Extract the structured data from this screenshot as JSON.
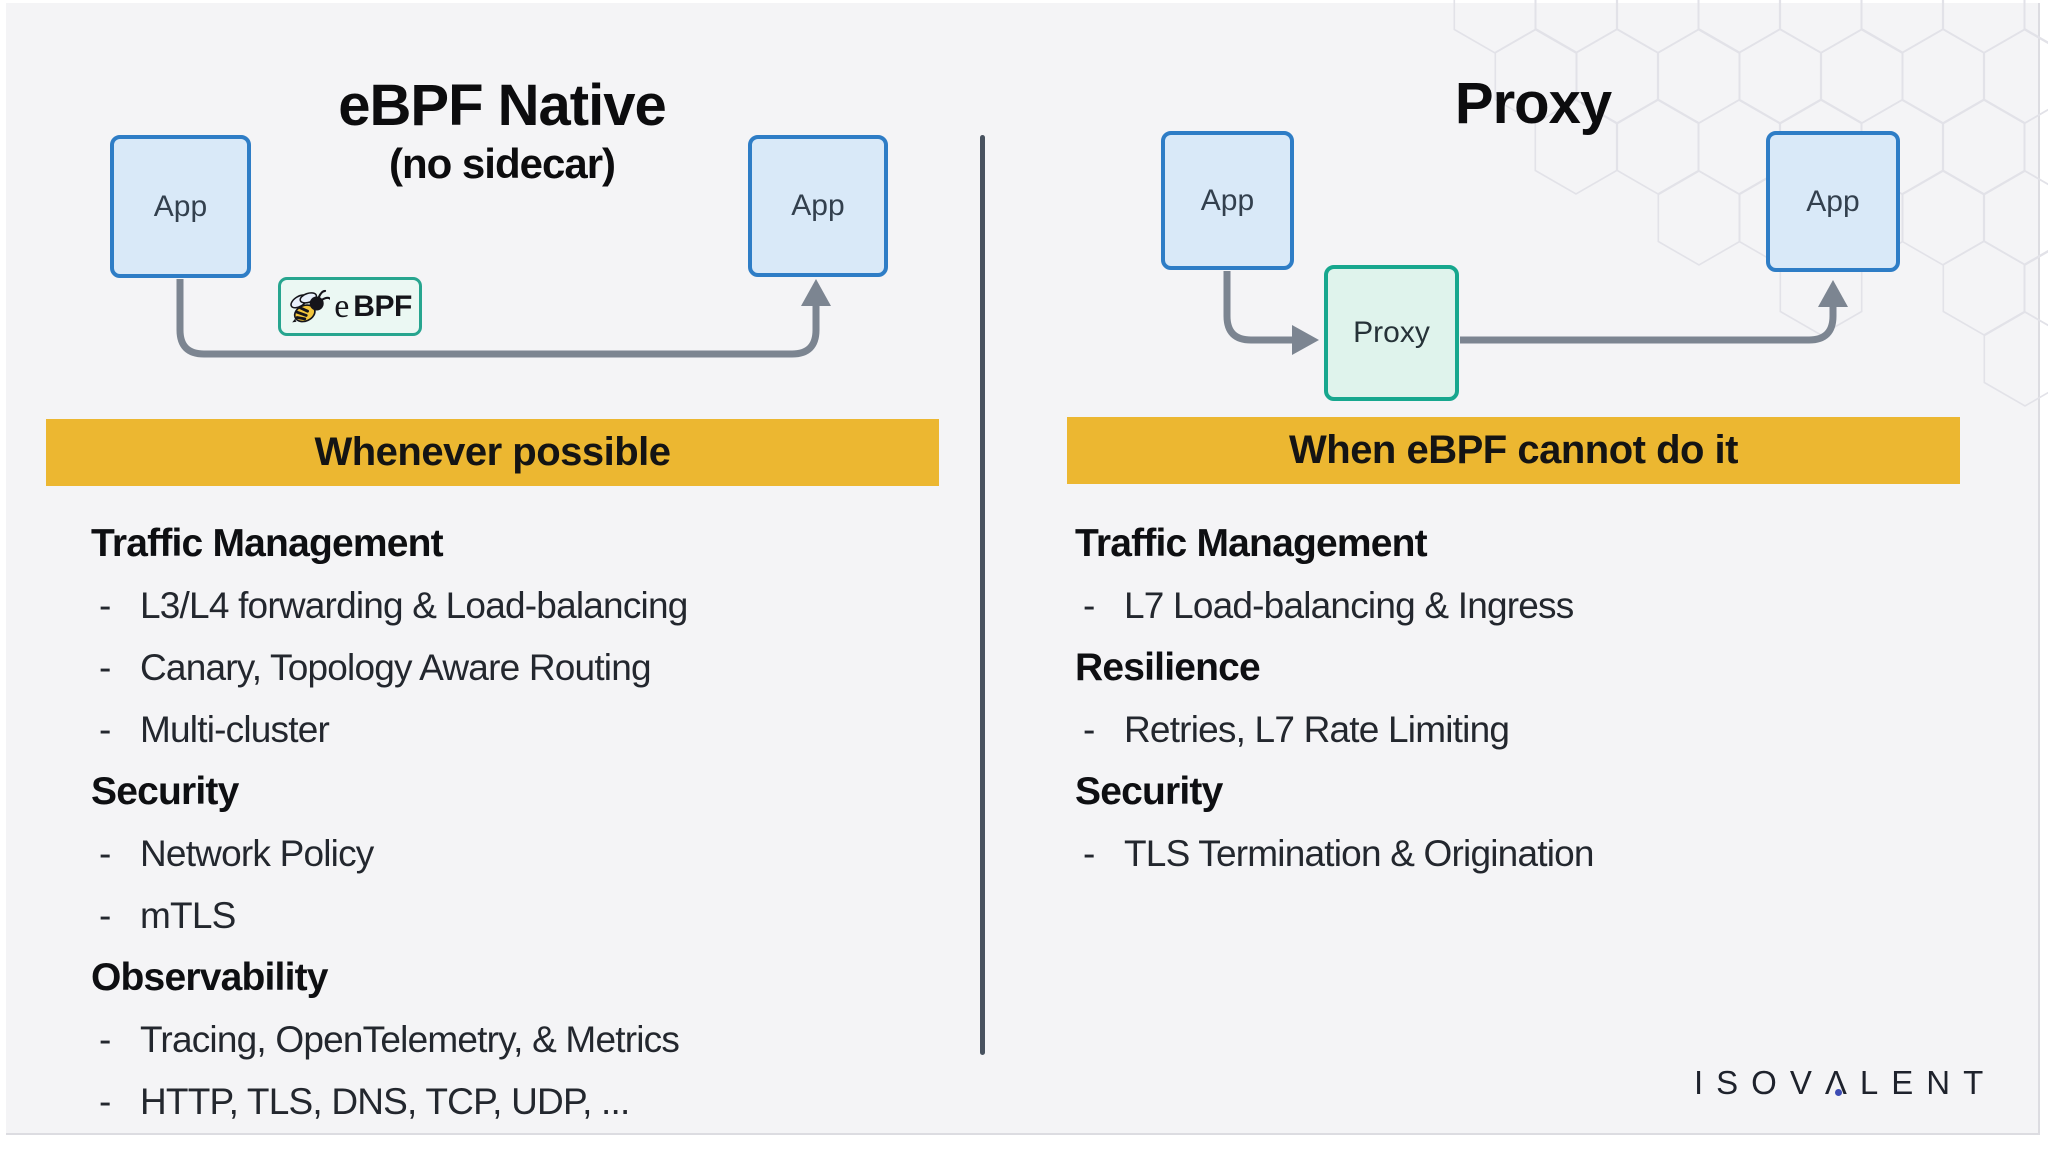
{
  "left_panel": {
    "title": "eBPF Native",
    "subtitle": "(no sidecar)",
    "app_left_label": "App",
    "app_right_label": "App",
    "badge": {
      "e": "e",
      "bpf": "BPF"
    },
    "banner": "Whenever possible",
    "sections": [
      {
        "heading": "Traffic Management",
        "items": [
          "L3/L4 forwarding & Load-balancing",
          "Canary, Topology Aware Routing",
          "Multi-cluster"
        ]
      },
      {
        "heading": "Security",
        "items": [
          "Network Policy",
          "mTLS"
        ]
      },
      {
        "heading": "Observability",
        "items": [
          "Tracing, OpenTelemetry, & Metrics",
          "HTTP, TLS, DNS, TCP, UDP, ..."
        ]
      }
    ]
  },
  "right_panel": {
    "title": "Proxy",
    "app_left_label": "App",
    "app_right_label": "App",
    "proxy_label": "Proxy",
    "banner": "When eBPF cannot do it",
    "sections": [
      {
        "heading": "Traffic Management",
        "items": [
          "L7 Load-balancing & Ingress"
        ]
      },
      {
        "heading": "Resilience",
        "items": [
          "Retries, L7 Rate Limiting"
        ]
      },
      {
        "heading": "Security",
        "items": [
          "TLS Termination & Origination"
        ]
      }
    ]
  },
  "list_bullet": "-",
  "footer": {
    "brand_prefix": "ISOV",
    "brand_a": "Λ",
    "brand_suffix": "LENT"
  },
  "colors": {
    "slide_background": "#f4f4f6",
    "accent_yellow": "#ecb731",
    "app_fill": "#d9e9f8",
    "app_border": "#2e7dc6",
    "proxy_fill": "#dff3ec",
    "proxy_border": "#17a78e",
    "badge_fill": "#ebf8f3",
    "badge_border": "#27a58f",
    "arrow_gray": "#7c8591",
    "divider": "#48525f",
    "hexagon_stroke": "#e2e2e8",
    "brand_dot": "#3d4cb4"
  }
}
